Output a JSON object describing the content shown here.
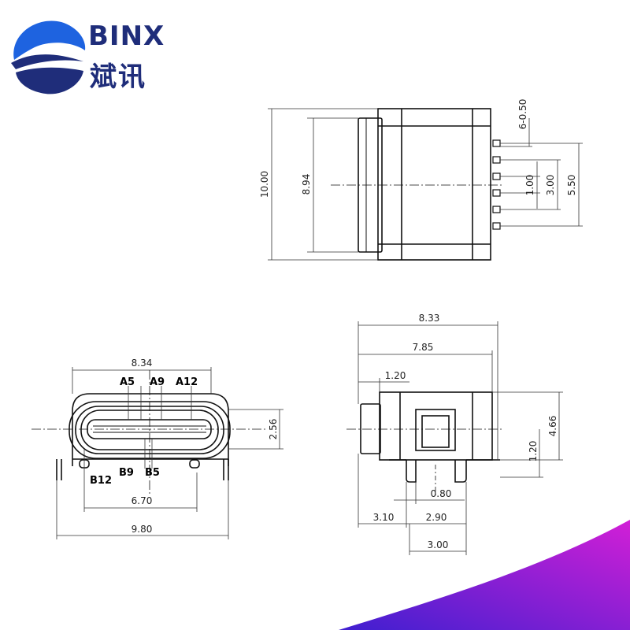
{
  "brand": {
    "name_en": "BINX",
    "name_cn": "斌讯",
    "logo_colors": {
      "blue": "#1e63e0",
      "navy": "#1f2d7a"
    }
  },
  "top_view": {
    "dims": {
      "overall_height": "10.00",
      "body_height": "8.94",
      "pins": "6-0.50",
      "pitch": "1.00",
      "inner_span": "3.00",
      "outer_span": "5.50"
    }
  },
  "front_view": {
    "dims": {
      "shell_width": "8.34",
      "opening_height": "2.56",
      "foot_span": "6.70",
      "overall_width": "9.80"
    },
    "pins_top": [
      "A5",
      "A9",
      "A12"
    ],
    "pins_bottom": [
      "B12",
      "B9",
      "B5"
    ]
  },
  "side_view": {
    "dims": {
      "overall_length": "8.33",
      "body_length": "7.85",
      "front_step": "1.20",
      "height": "4.66",
      "leg_height": "1.20",
      "leg_width": "0.80",
      "left_offset": "3.10",
      "mid_offset": "2.90",
      "leg_span": "3.00"
    }
  },
  "accent": {
    "gradient_from": "#3f1fd0",
    "gradient_to": "#d21fd6"
  }
}
